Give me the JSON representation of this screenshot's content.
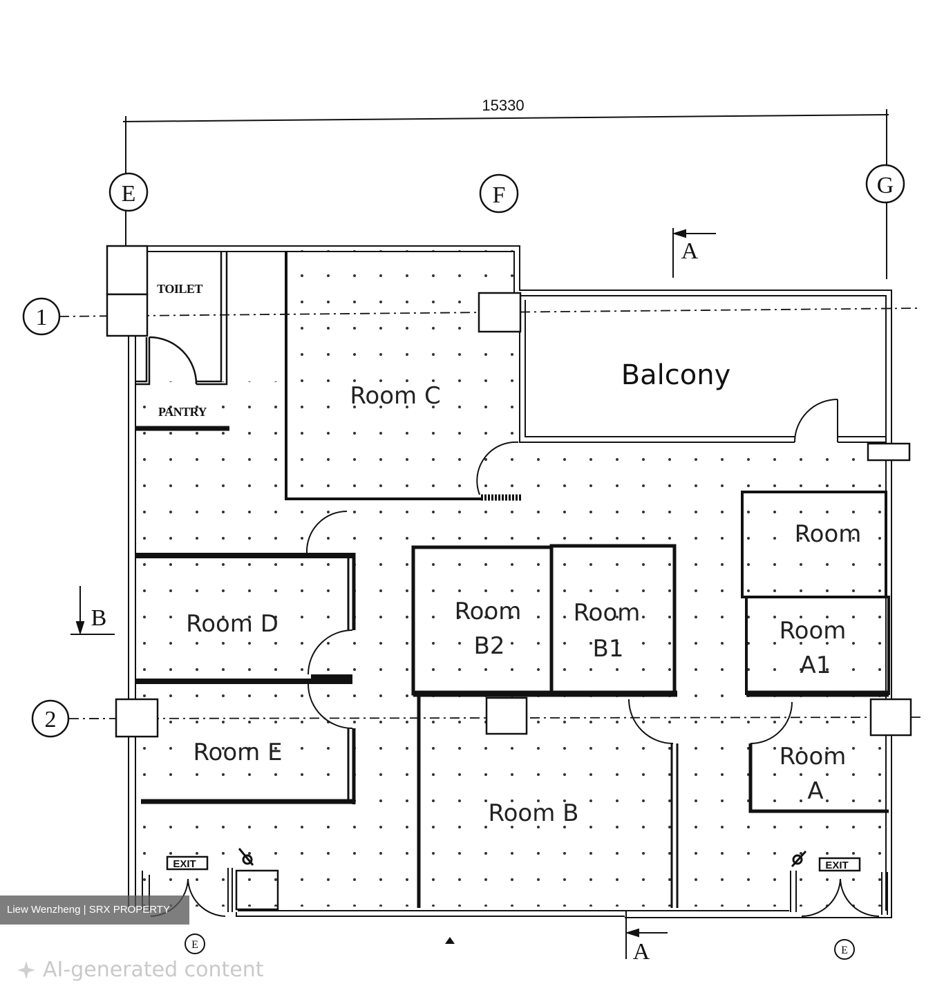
{
  "dimension": {
    "total_width": "15330"
  },
  "grid": {
    "columns": [
      "E",
      "F",
      "G"
    ],
    "rows": [
      "1",
      "2"
    ]
  },
  "section_marks": {
    "a": "A",
    "b": "B"
  },
  "rooms": {
    "toilet": "TOILET",
    "pantry": "PANTRY",
    "room_c": "Room C",
    "balcony": "Balcony",
    "room_top_right": "Room",
    "room_d": "Room D",
    "room_e": "Room E",
    "room_b2_line1": "Room",
    "room_b2_line2": "B2",
    "room_b1_line1": "Room",
    "room_b1_line2": "B1",
    "room_a1_line1": "Room",
    "room_a1_line2": "A1",
    "room_a_line1": "Room",
    "room_a_line2": "A",
    "room_b": "Room B"
  },
  "exits": {
    "left": "EXIT",
    "right": "EXIT"
  },
  "exit_symbols": {
    "left": "E",
    "right": "E"
  },
  "watermark": {
    "credit": "Liew Wenzheng | SRX PROPERTY",
    "ai_label": "AI-generated content"
  }
}
